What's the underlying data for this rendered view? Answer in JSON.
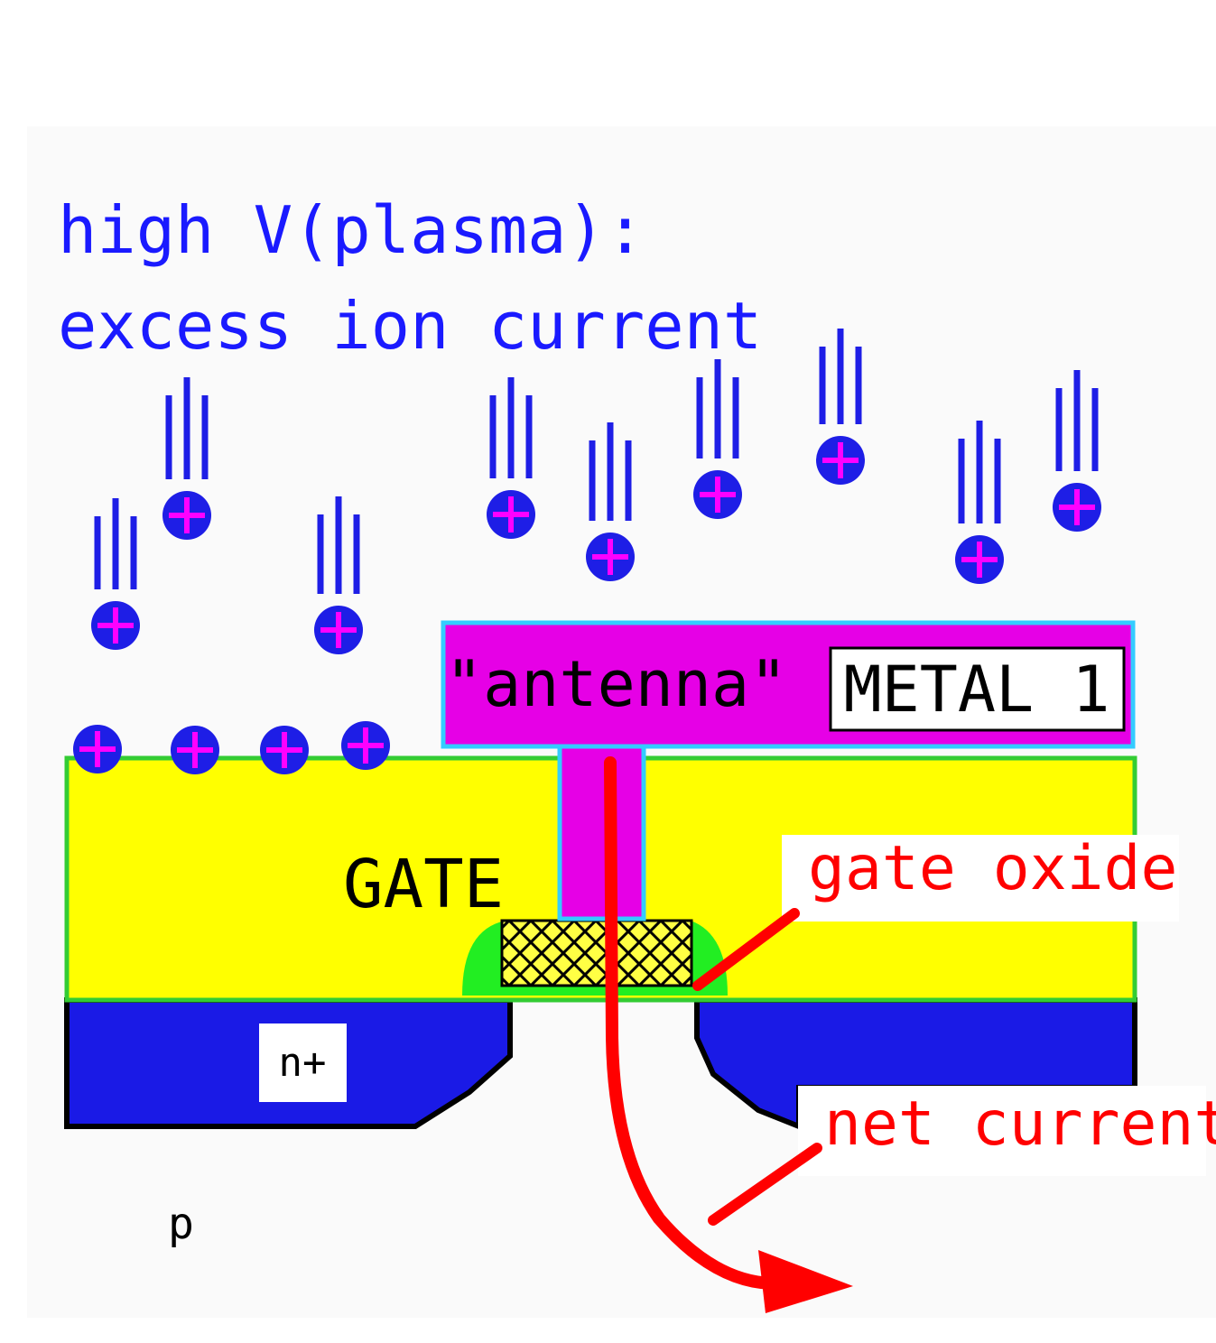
{
  "title_line1": "high V(plasma):",
  "title_line2": "excess ion current",
  "labels": {
    "antenna": "\"antenna\"",
    "metal": "METAL 1",
    "gate": "GATE",
    "gate_oxide": "gate oxide",
    "net_current": "net current",
    "n_plus": "n+",
    "substrate": "p"
  },
  "ion_symbol": "+",
  "colors": {
    "title_text": "#1a1aff",
    "ion_fill": "#1e1ee6",
    "ion_plus": "#ff00ff",
    "gate_fill": "#ffff00",
    "gate_border": "#33cc33",
    "metal_fill": "#e600e6",
    "metal_border": "#33ccff",
    "diffusion_fill": "#1a1ae6",
    "oxide_green": "#22ee22",
    "current_red": "#ff0000",
    "black": "#000000"
  }
}
